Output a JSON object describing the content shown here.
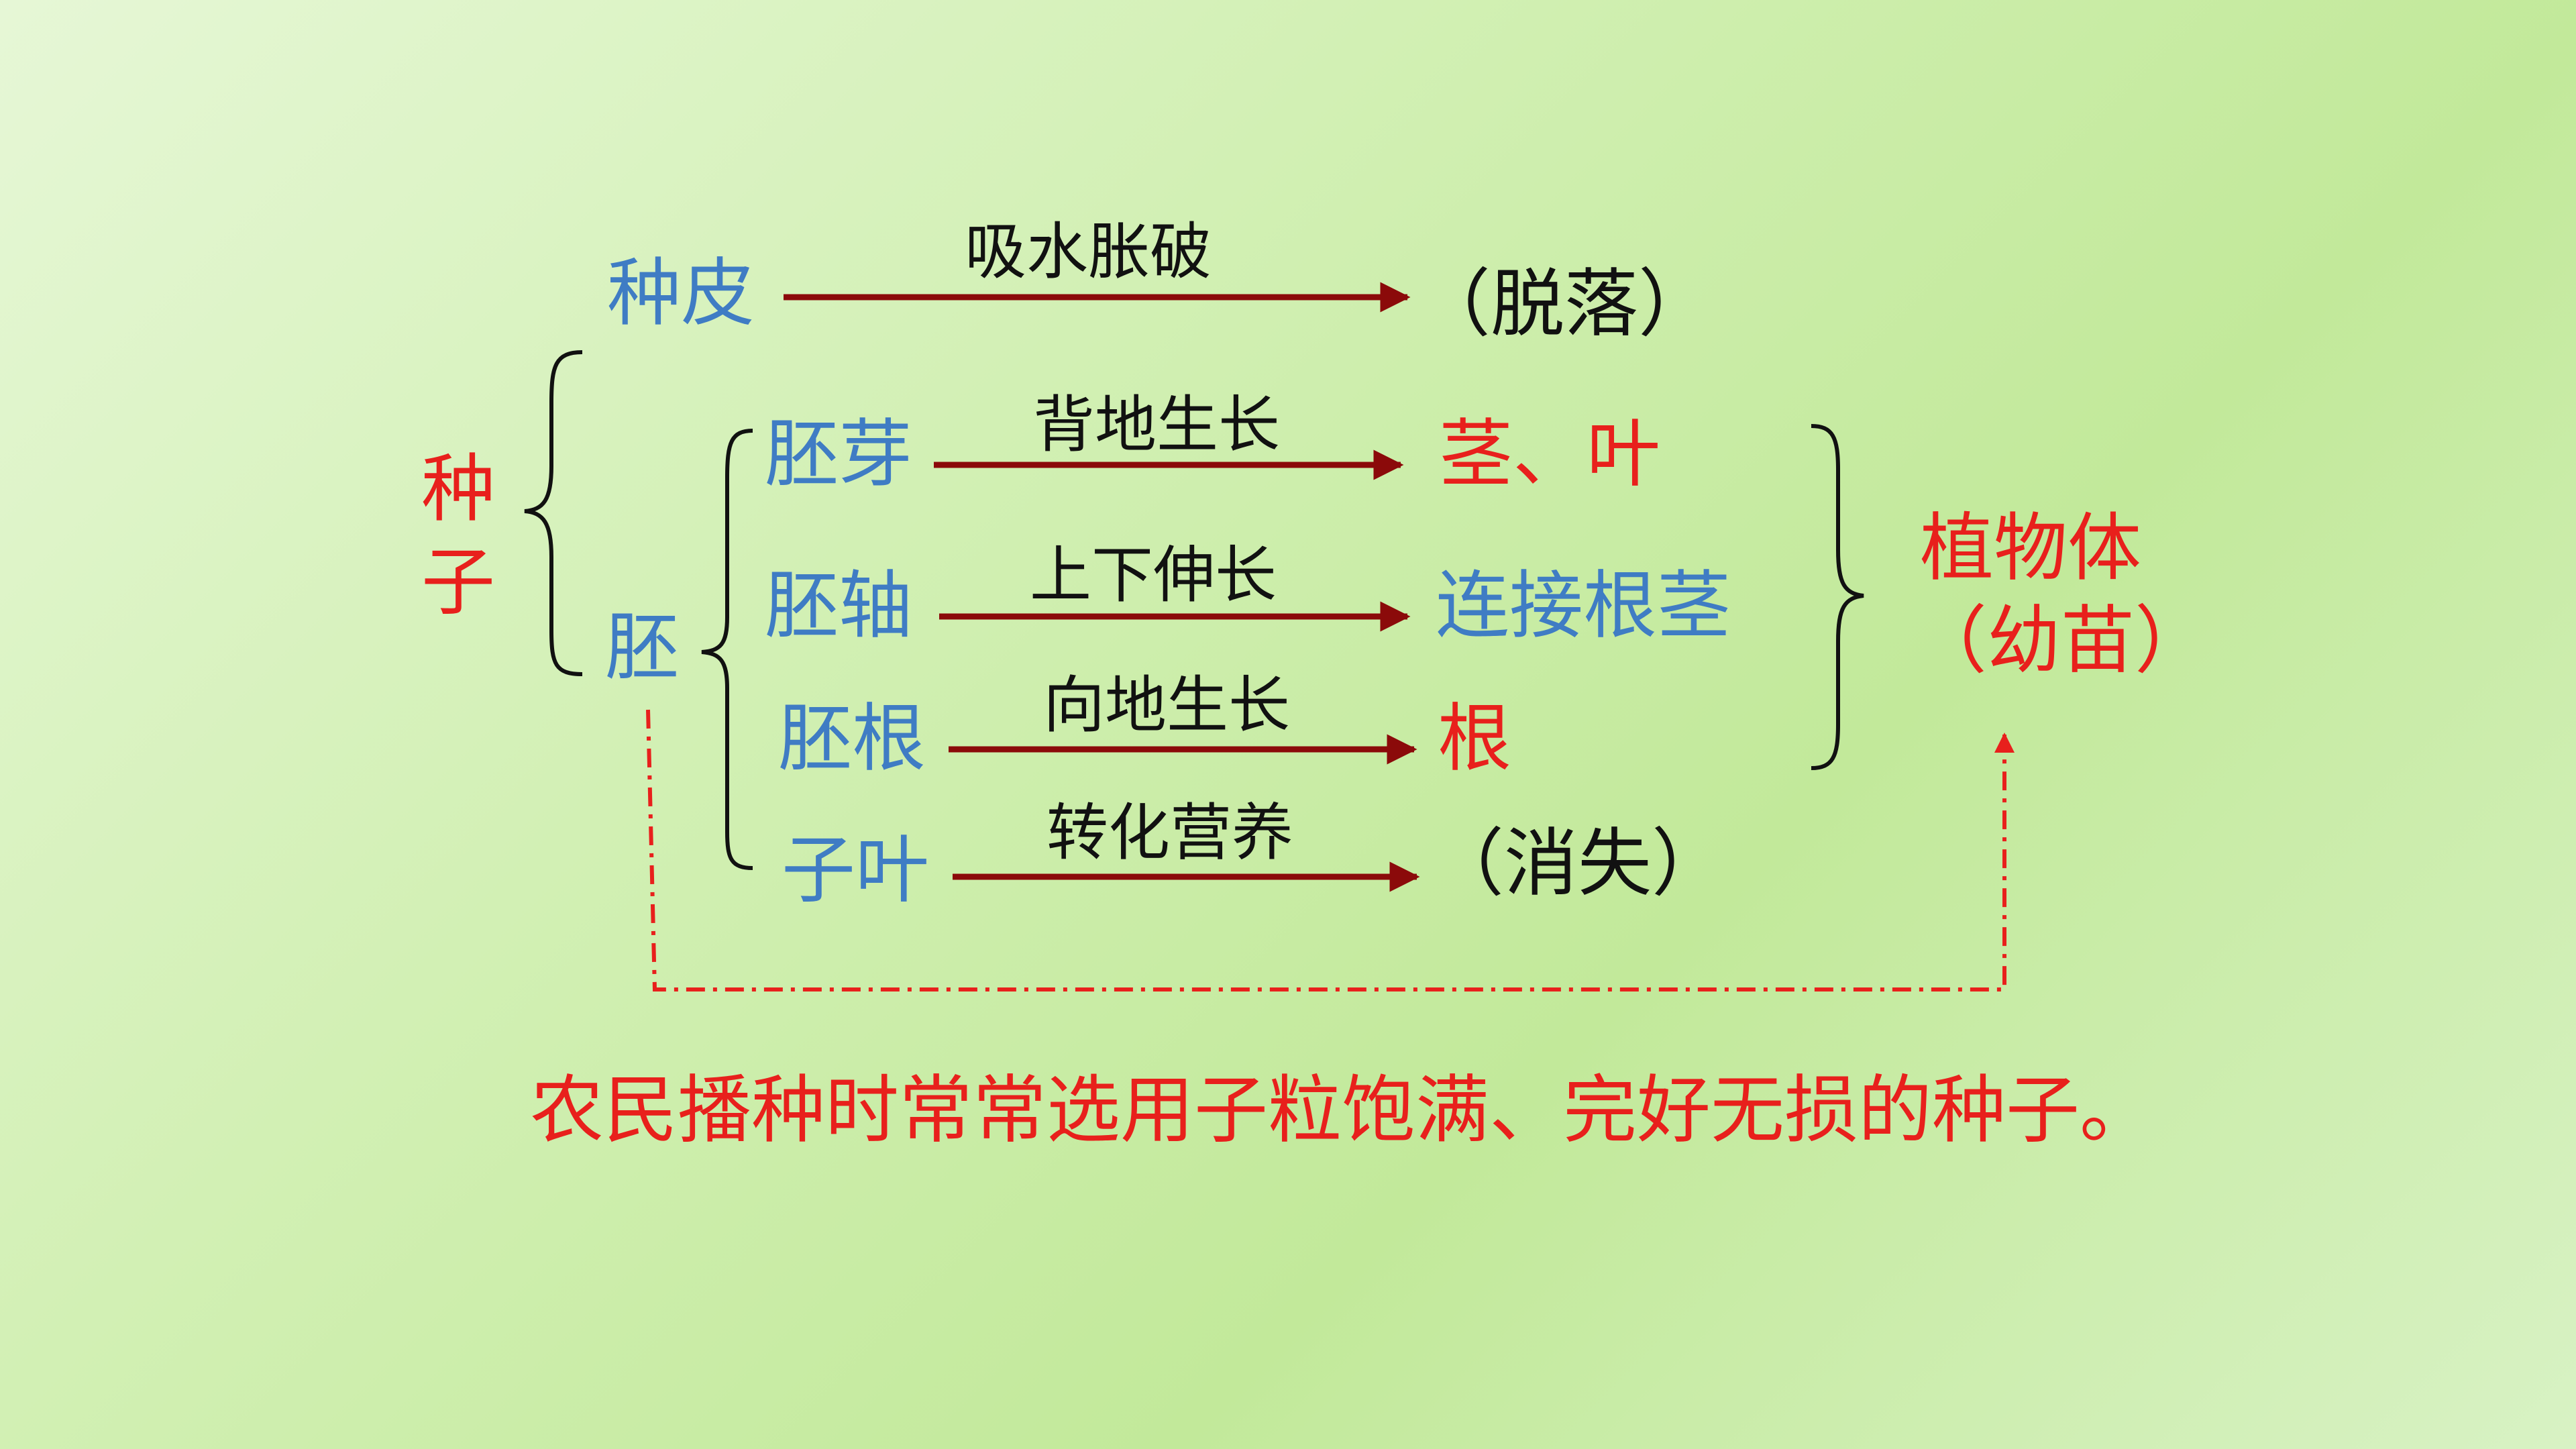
{
  "seed": "种子",
  "seed_coat": {
    "part": "种皮",
    "process": "吸水胀破",
    "result": "（脱落）"
  },
  "embryo": {
    "label": "胚",
    "parts": [
      {
        "part": "胚芽",
        "process": "背地生长",
        "result": "茎、叶"
      },
      {
        "part": "胚轴",
        "process": "上下伸长",
        "result": "连接根茎"
      },
      {
        "part": "胚根",
        "process": "向地生长",
        "result": "根"
      },
      {
        "part": "子叶",
        "process": "转化营养",
        "result": "（消失）"
      }
    ]
  },
  "plant": {
    "line1": "植物体",
    "line2": "（幼苗）"
  },
  "note": "农民播种时常常选用子粒饱满、完好无损的种子。",
  "colors": {
    "part": "#3f7cc4",
    "highlight": "#e8201c",
    "arrow": "#8b0a0a",
    "dashed": "#e8201c"
  }
}
